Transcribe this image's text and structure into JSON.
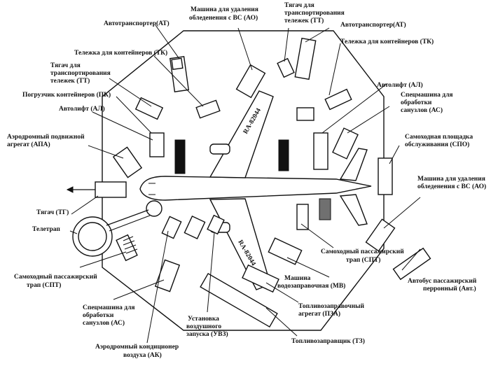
{
  "labels": {
    "ao_top": "Машина для удаления обледенения с ВС (АО)",
    "tt_top": "Тягач для транспортирования тележек (ТТ)",
    "at_left": "Автотранспортер(АТ)",
    "at_right": "Автотранспортер(АТ)",
    "tk_left": "Тележка для контейнеров (ТК)",
    "tk_right": "Тележка для контейнеров (ТК)",
    "tt_left": "Тягач для транспортирования тележек (ТТ)",
    "pk": "Погрузчик контейнеров (ПК)",
    "al_left": "Автолифт (АЛ)",
    "al_right": "Автолифт (АЛ)",
    "as_right": "Спецмашина для обработки санузлов (АС)",
    "apa": "Аэродромный подвижной агрегат (АПА)",
    "spo": "Самоходная площадка обслуживания (СПО)",
    "ao_right": "Машина для удаления обледенения с ВС (АО)",
    "tg": "Тягач (ТГ)",
    "teletrap": "Телетрап",
    "spt_left": "Самоходный пассажирский трап (СПТ)",
    "spt_right": "Самоходный пассажирский трап (СПТ)",
    "mv": "Машина водозаправочная (МВ)",
    "avt": "Автобус пассажирский перронный (Авт.)",
    "as_left": "Спецмашина для обработки санузлов (АС)",
    "pza": "Топливозаправочный агрегат (ПЗА)",
    "uvz": "Установка воздушного запуска (УВЗ)",
    "ak": "Аэродромный кондиционер воздуха (АК)",
    "tz": "Топливозаправщик (ТЗ)",
    "wing_upper": "RA-82044",
    "wing_lower": "RA-82044"
  }
}
